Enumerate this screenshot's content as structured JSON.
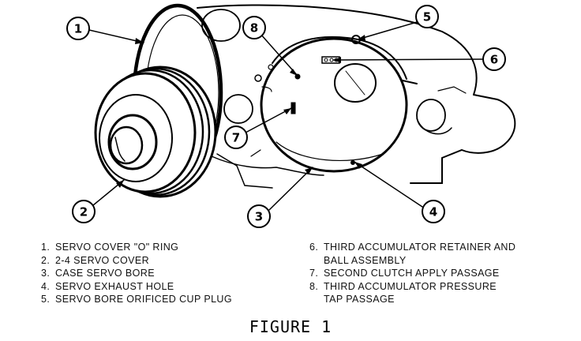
{
  "callouts": [
    "1",
    "2",
    "3",
    "4",
    "5",
    "6",
    "7",
    "8"
  ],
  "legend_left": [
    {
      "num": "1.",
      "text": "SERVO COVER \"O\" RING"
    },
    {
      "num": "2.",
      "text": "2-4 SERVO COVER"
    },
    {
      "num": "3.",
      "text": "CASE SERVO BORE"
    },
    {
      "num": "4.",
      "text": "SERVO EXHAUST HOLE"
    },
    {
      "num": "5.",
      "text": "SERVO BORE ORIFICED CUP PLUG"
    }
  ],
  "legend_right": [
    {
      "num": "6.",
      "text": "THIRD ACCUMULATOR RETAINER AND\nBALL ASSEMBLY"
    },
    {
      "num": "7.",
      "text": "SECOND CLUTCH APPLY PASSAGE"
    },
    {
      "num": "8.",
      "text": "THIRD ACCUMULATOR PRESSURE\nTAP PASSAGE"
    }
  ],
  "caption": "FIGURE 1"
}
